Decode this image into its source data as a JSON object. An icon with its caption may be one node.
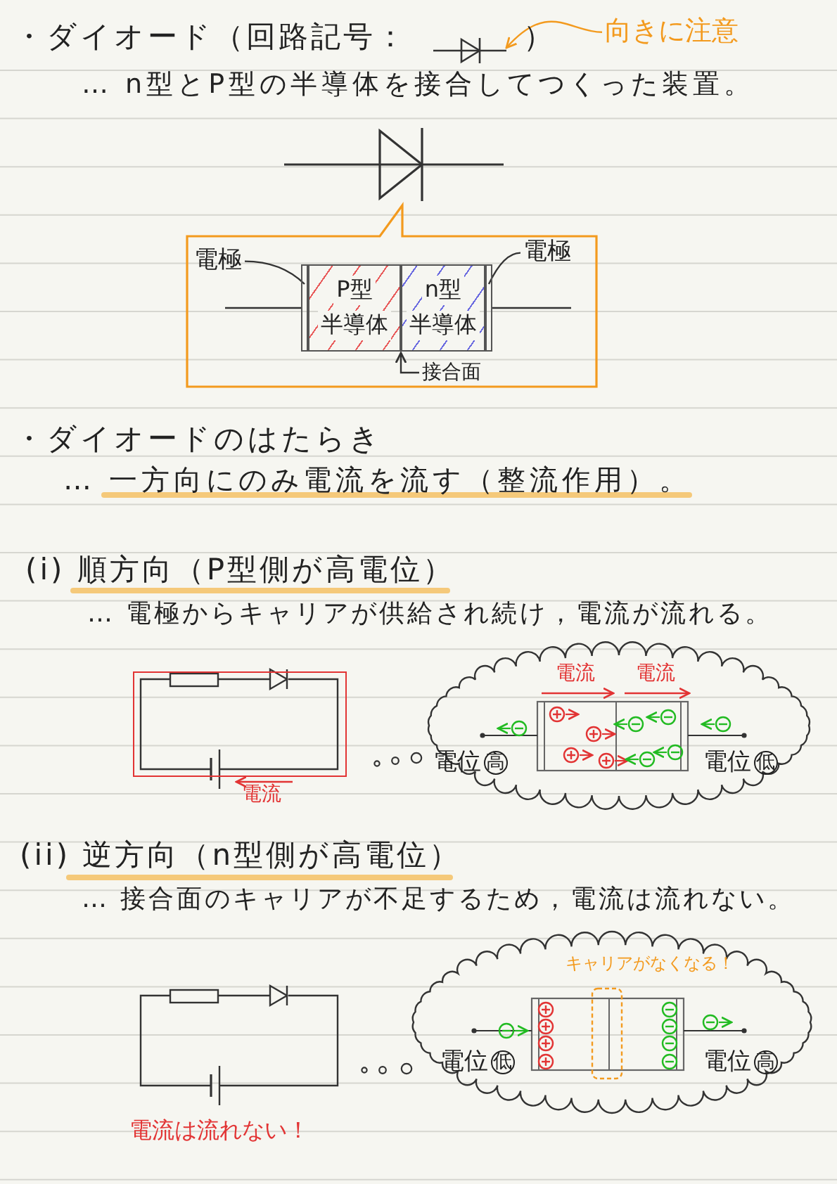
{
  "diagram": {
    "nodes": [
      {
        "text": [
          "向きに注意"
        ]
      },
      {
        "text": [],
        "shape": "diode"
      },
      {
        "text": [
          "電極"
        ]
      },
      {
        "text": [],
        "shape": "bar"
      },
      {
        "text": [
          "電極"
        ]
      },
      {
        "text": [],
        "shape": "bar"
      },
      {
        "text": [
          "接合面"
        ]
      },
      {
        "text": [
          "P型",
          "半導体"
        ]
      },
      {
        "text": [
          "n型",
          "半導体"
        ]
      }
    ],
    "edges": [
      {
        "from": 0,
        "to": 1,
        "arrow": "to",
        "color": "#f39a1e"
      },
      {
        "from": 2,
        "to": 3,
        "arrow": "none"
      },
      {
        "from": 4,
        "to": 5,
        "arrow": "none"
      },
      {
        "from": 6,
        "to": null,
        "arrow": "to"
      }
    ],
    "labels": [
      "・ダイオード（回路記号：",
      "）",
      "… n型とP型の半導体を接合してつくった装置。",
      "・ダイオードのはたらき",
      "… 一方向にのみ電流を流す（整流作用）。",
      "(i) 順方向（P型側が高電位）",
      "… 電極からキャリアが供給され続け，電流が流れる。",
      "電流",
      "電流",
      "電流",
      "電位高",
      "電位低",
      "(ii) 逆方向（n型側が高電位）",
      "… 接合面のキャリアが不足するため，電流は流れない。",
      "キャリアがなくなる！",
      "電位低",
      "電位高",
      "電流は流れない！"
    ]
  }
}
